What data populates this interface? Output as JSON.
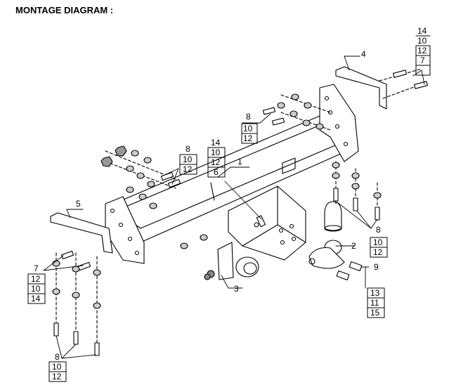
{
  "title": "MONTAGE DIAGRAM :",
  "callouts": {
    "c1": "1",
    "c2": "2",
    "c3": "3",
    "c4": "4",
    "c5": "5",
    "c9": "9",
    "bolts_top_right": [
      "14",
      "10",
      "12",
      "7"
    ],
    "bolts_upper_mid": [
      "8",
      "10",
      "12"
    ],
    "bolts_left_top": [
      "8",
      "10",
      "12"
    ],
    "bolts_center": [
      "14",
      "10",
      "12",
      "6"
    ],
    "bolts_left_lower": [
      "7",
      "12",
      "10",
      "14"
    ],
    "bolts_right_mid": [
      "8",
      "10",
      "12"
    ],
    "bolts_right_9": [
      "13",
      "11",
      "15"
    ],
    "bolts_bottom_left": [
      "8",
      "10",
      "12"
    ]
  }
}
